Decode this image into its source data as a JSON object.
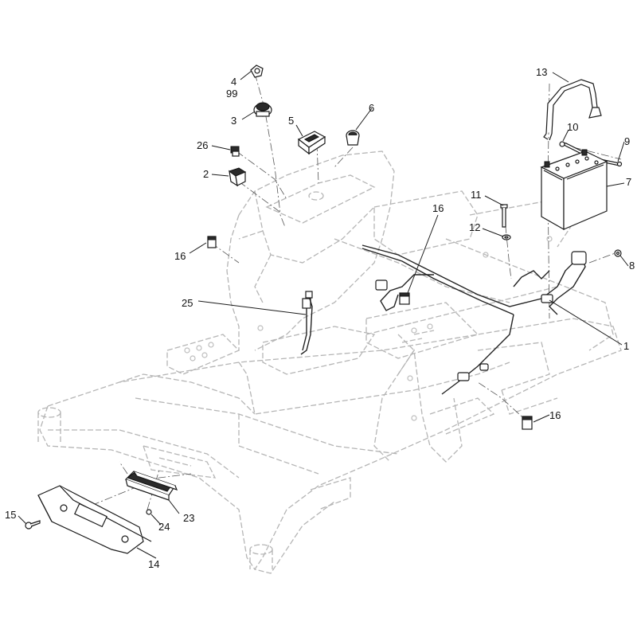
{
  "callouts": {
    "c1": "1",
    "c2": "2",
    "c3": "3",
    "c4": "4",
    "c99": "99",
    "c5": "5",
    "c6": "6",
    "c7": "7",
    "c8": "8",
    "c9": "9",
    "c10": "10",
    "c11": "11",
    "c12": "12",
    "c13": "13",
    "c14": "14",
    "c15": "15",
    "c16a": "16",
    "c16b": "16",
    "c16c": "16",
    "c23": "23",
    "c24": "24",
    "c25": "25",
    "c26": "26"
  },
  "colors": {
    "frame": "#b5b5b5",
    "part_outline": "#1a1a1a",
    "text": "#111111"
  }
}
